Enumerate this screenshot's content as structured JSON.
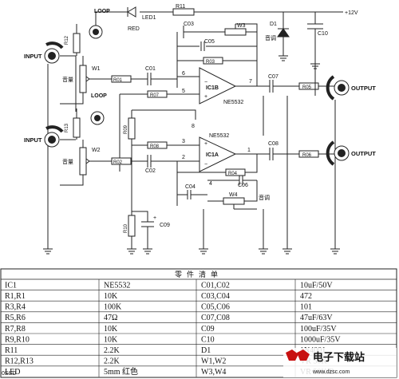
{
  "schematic": {
    "loop": "LOOP",
    "red": "RED",
    "led1": "LED1",
    "r11": "R11",
    "plus12v": "+12V",
    "d1": "D1",
    "tone": "音调",
    "c10": "C10",
    "c03": "C03",
    "c05": "C05",
    "w3": "W3",
    "r03": "R03",
    "input": "INPUT",
    "r12": "R12",
    "w1": "W1",
    "volume": "音量",
    "r01": "R01",
    "c01": "C01",
    "pin6": "6",
    "pin5": "5",
    "minus": "−",
    "plus": "+",
    "ic1b": "IC1B",
    "ne5532": "NE5532",
    "pin7": "7",
    "c07": "C07",
    "r05": "R05",
    "output": "OUTPUT",
    "r07": "R07",
    "r13": "R13",
    "w2": "W2",
    "r02": "R02",
    "c02": "C02",
    "r09": "R09",
    "r08": "R08",
    "pin8": "8",
    "pin3": "3",
    "pin2": "2",
    "ic1a": "IC1A",
    "pin1": "1",
    "pin4": "4",
    "c08": "C08",
    "r06": "R06",
    "r04": "R04",
    "c06": "C06",
    "c04": "C04",
    "w4": "W4",
    "r10": "R10",
    "c09": "C09"
  },
  "parts_table": {
    "title": "零件清单",
    "rows": [
      [
        "IC1",
        "NE5532",
        "C01,C02",
        "10uF/50V"
      ],
      [
        "R1,R1",
        "10K",
        "C03,C04",
        "472"
      ],
      [
        "R3,R4",
        "100K",
        "C05,C06",
        "101"
      ],
      [
        "R5,R6",
        "47Ω",
        "C07,C08",
        "47uF/63V"
      ],
      [
        "R7,R8",
        "10K",
        "C09",
        "100uF/35V"
      ],
      [
        "R9,R10",
        "10K",
        "C10",
        "1000uF/35V"
      ],
      [
        "R11",
        "2.2K",
        "D1",
        "1N4001"
      ],
      [
        "R12,R13",
        "2.2K",
        "W1,W2",
        "VR 50K"
      ],
      [
        "LED",
        "5mm 红色",
        "W3,W4",
        "VR 50K B"
      ]
    ]
  },
  "watermark": {
    "text": "电子下载站",
    "url": "www.dzsc.com"
  },
  "corner_text": "0SSD"
}
